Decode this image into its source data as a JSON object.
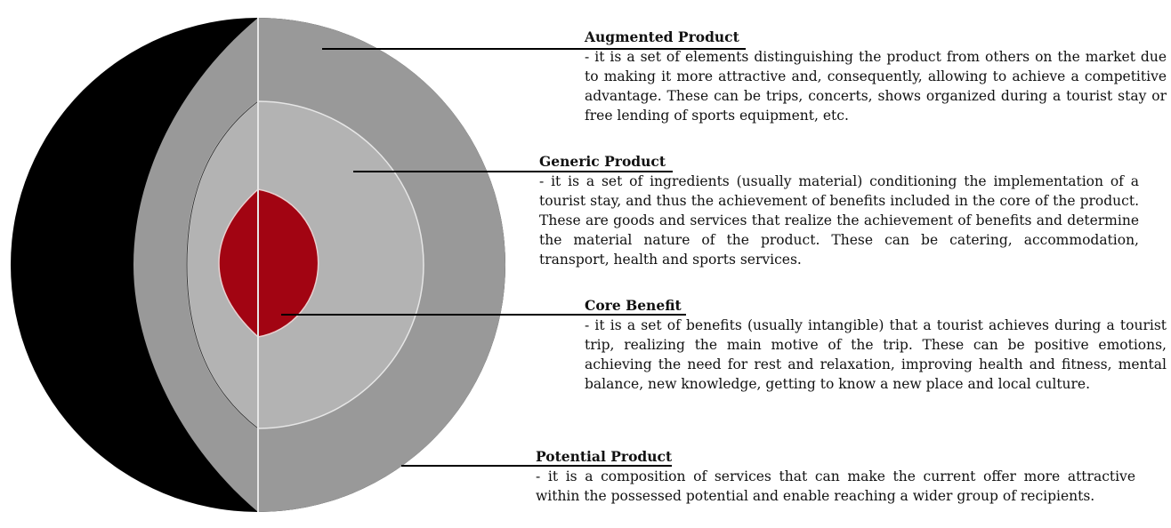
{
  "layers": [
    {
      "id": "augmented",
      "title": "Augmented Product",
      "description": "- it is a set of elements distinguishing the product from others on the market due to making it more attractive and, consequently, allowing to achieve a competitive advantage. These can be trips, concerts, shows organized during a tourist stay or free lending of sports equipment, etc."
    },
    {
      "id": "generic",
      "title": "Generic Product",
      "description": "- it is a set of ingredients (usually material) conditioning the implementation of a tourist stay, and thus the achievement of benefits included in the core of the product. These are goods and services that realize the achievement of benefits and determine the material nature of the product. These can be catering, accommodation, transport, health and sports services."
    },
    {
      "id": "core",
      "title": "Core Benefit",
      "description": "- it is a set of benefits (usually intangible) that a tourist achieves during a tourist trip, realizing the main motive of the trip. These can be positive emotions, achieving the need for rest and relaxation, improving health and fitness, mental balance, new knowledge, getting to know a new place and local culture."
    },
    {
      "id": "potential",
      "title": "Potential Product",
      "description": "- it is a composition of services that can make the current offer more attractive within the possessed potential and enable reaching a wider group of recipients."
    }
  ],
  "colors": {
    "outer_shell": "#000000",
    "augmented_layer": "#999999",
    "generic_layer": "#b3b3b3",
    "core": "#a20412",
    "divider": "#e6e6e6",
    "leader_line": "#000000"
  }
}
